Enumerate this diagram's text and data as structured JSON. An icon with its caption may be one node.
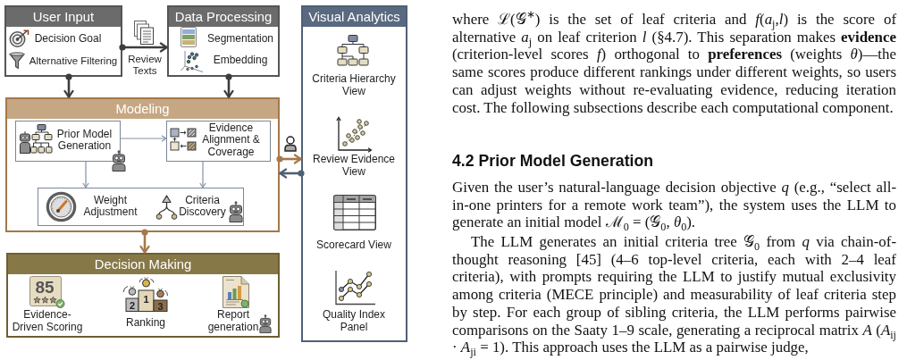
{
  "diagram": {
    "nodes": [
      {
        "text": [
          "User Input"
        ]
      },
      {
        "text": [
          "Decision Goal"
        ],
        "in": 0
      },
      {
        "text": [
          "Alternative Filtering"
        ],
        "in": 0
      },
      {
        "text": [
          "Data Processing"
        ]
      },
      {
        "text": [
          "Segmentation"
        ],
        "in": 3
      },
      {
        "text": [
          "Embedding"
        ],
        "in": 3
      },
      {
        "text": [
          "Visual Analytics"
        ]
      },
      {
        "text": [
          "Criteria Hierarchy View"
        ],
        "in": 6
      },
      {
        "text": [
          "Review Evidence View"
        ],
        "in": 6
      },
      {
        "text": [
          "Scorecard View"
        ],
        "in": 6
      },
      {
        "text": [
          "Quality Index Panel"
        ],
        "in": 6
      },
      {
        "text": [
          "Modeling"
        ]
      },
      {
        "text": [
          "Prior Model Generation"
        ],
        "in": 11
      },
      {
        "text": [
          "Evidence Alignment & Coverage"
        ],
        "in": 11
      },
      {
        "text": [],
        "shape": "box",
        "in": 11
      },
      {
        "text": [
          "Weight Adjustment"
        ],
        "in": 14
      },
      {
        "text": [
          "Criteria Discovery"
        ],
        "in": 14
      },
      {
        "text": [
          "Decision Making"
        ]
      },
      {
        "text": [
          "Evidence-Driven Scoring"
        ],
        "in": 17
      },
      {
        "text": [
          "Ranking"
        ],
        "in": 17
      },
      {
        "text": [
          "Report generation"
        ],
        "in": 17
      }
    ],
    "edges": [
      {
        "from": 0,
        "to": 3,
        "arrow": "to",
        "label": "Review Texts"
      },
      {
        "from": 0,
        "to": 11,
        "arrow": "to"
      },
      {
        "from": 3,
        "to": 11,
        "arrow": "to"
      },
      {
        "from": 12,
        "to": 13,
        "arrow": "to",
        "color": "#8291a6"
      },
      {
        "from": 12,
        "to": 14,
        "arrow": "to",
        "color": "#8291a6"
      },
      {
        "from": 13,
        "to": 14,
        "arrow": "to",
        "color": "#8291a6"
      },
      {
        "from": 11,
        "to": 6,
        "arrow": "to",
        "color": "#a5784a"
      },
      {
        "from": 6,
        "to": 11,
        "arrow": "to",
        "color": "#4f6075"
      },
      {
        "from": 11,
        "to": 17,
        "arrow": "to",
        "color": "#a5784a"
      }
    ],
    "labels": [
      "85",
      "2",
      "1",
      "3",
      "where ℒ(𝒢$^{∗}$) is the set of leaf criteria and *f*(*a*$_{j}$,*l*) is the score of alternative *a*$_{j}$ on leaf criterion *l* (§4.7). This separation makes **evidence** (criterion-level scores *f*) orthogonal to **preferences** (weights *θ*)—the same scores produce different rankings under different weights, so users can adjust weights without re-evaluating evidence, reducing iteration cost. The following subsections describe each computational component.",
      "4.2 Prior Model Generation",
      "Given the user’s natural-language decision objective *q* (e.g., “select all-in-one printers for a remote work team”), the system uses the LLM to generate an initial model ℳ$_{0}$ = (𝒢$_{0}$, *θ*$_{0}$).",
      "The LLM generates an initial criteria tree 𝒢$_{0}$ from *q* via chain-of-thought reasoning [45] (4–6 top-level criteria, each with 2–4 leaf criteria), with prompts requiring the LLM to justify mutual exclusivity among criteria (MECE principle) and measurability of leaf criteria step by step. For each group of sibling criteria, the LLM performs pairwise comparisons on the Saaty 1–9 scale, generating a reciprocal matrix *A* (*A*$_{ij}$ · *A*$_{ji}$ = 1). This approach uses the LLM as a pairwise judge,"
    ]
  }
}
